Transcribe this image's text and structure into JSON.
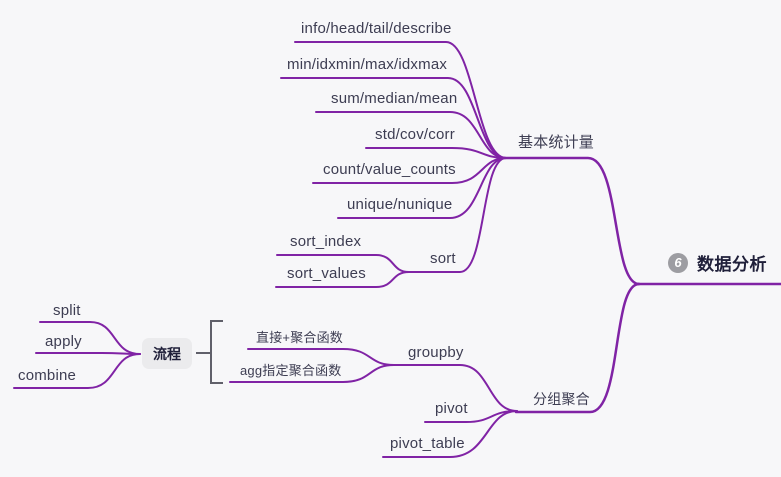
{
  "mindmap": {
    "root": {
      "label": "数据分析",
      "badge": "6"
    },
    "basic_stats": {
      "label": "基本统计量",
      "children": {
        "info": "info/head/tail/describe",
        "min": "min/idxmin/max/idxmax",
        "sum": "sum/median/mean",
        "std": "std/cov/corr",
        "count": "count/value_counts",
        "unique": "unique/nunique"
      },
      "sort": {
        "label": "sort",
        "children": {
          "index": "sort_index",
          "values": "sort_values"
        }
      }
    },
    "grouping": {
      "label": "分组聚合",
      "groupby": {
        "label": "groupby",
        "children": {
          "direct": "直接+聚合函数",
          "agg": "agg指定聚合函数"
        },
        "summary": {
          "label": "流程",
          "children": {
            "split": "split",
            "apply": "apply",
            "combine": "combine"
          }
        }
      },
      "pivot": {
        "label": "pivot"
      },
      "pivot_table": {
        "label": "pivot_table"
      }
    }
  },
  "colors": {
    "background": "#F7F7F9",
    "branch": "#8023A5",
    "text": "#3D3D52",
    "root_text": "#20203A",
    "summary_bracket": "#60606A",
    "summary_box_bg": "#EBEBED",
    "badge_bg": "#9D9DA2",
    "badge_text": "#FFFFFF"
  }
}
